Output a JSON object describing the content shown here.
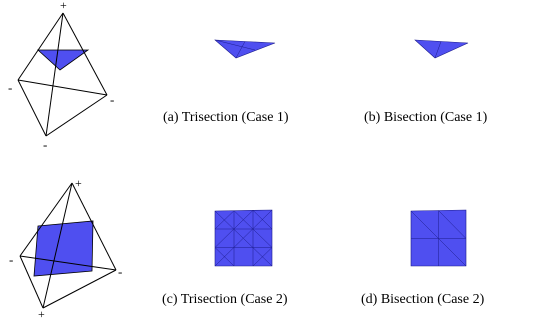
{
  "colors": {
    "fill": "#4f4ff0",
    "stroke": "#000000",
    "mesh": "#1c1c8c"
  },
  "sign_labels": {
    "plus": "+",
    "minus": "-"
  },
  "captions": {
    "a": "(a) Trisection (Case 1)",
    "b": "(b) Bisection (Case 1)",
    "c": "(c) Trisection (Case 2)",
    "d": "(d) Bisection (Case 2)"
  }
}
